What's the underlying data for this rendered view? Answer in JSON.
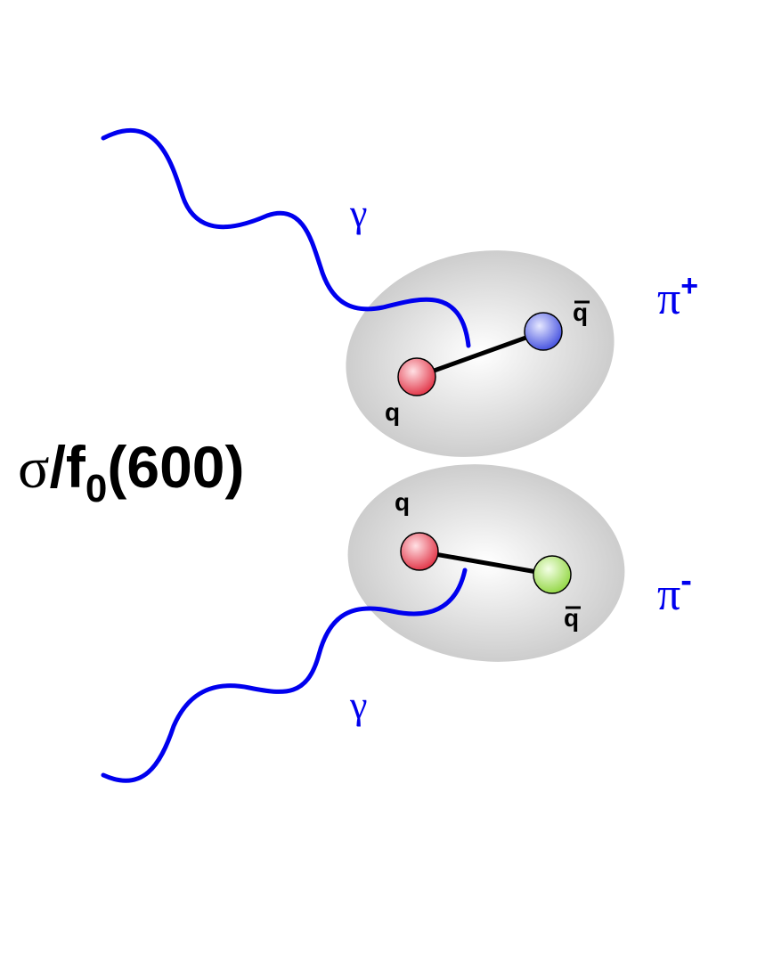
{
  "title": {
    "sigma": "σ",
    "slash_f": "/f",
    "subscript": "0",
    "mass": "(600)"
  },
  "photons": [
    {
      "symbol": "γ"
    },
    {
      "symbol": "γ"
    }
  ],
  "mesons": [
    {
      "symbol": "π",
      "charge": "+",
      "quark_label": "q",
      "antiquark_label": "q",
      "quark_color": "#e85060",
      "antiquark_color": "#5a66e6"
    },
    {
      "symbol": "π",
      "charge": "-",
      "quark_label": "q",
      "antiquark_label": "q",
      "quark_color": "#e85060",
      "antiquark_color": "#a8e060"
    }
  ],
  "colors": {
    "photon": "#0000ee",
    "cloud_center": "#ffffff",
    "cloud_edge": "#c8c8c8",
    "bond": "#000000",
    "text": "#000000"
  }
}
